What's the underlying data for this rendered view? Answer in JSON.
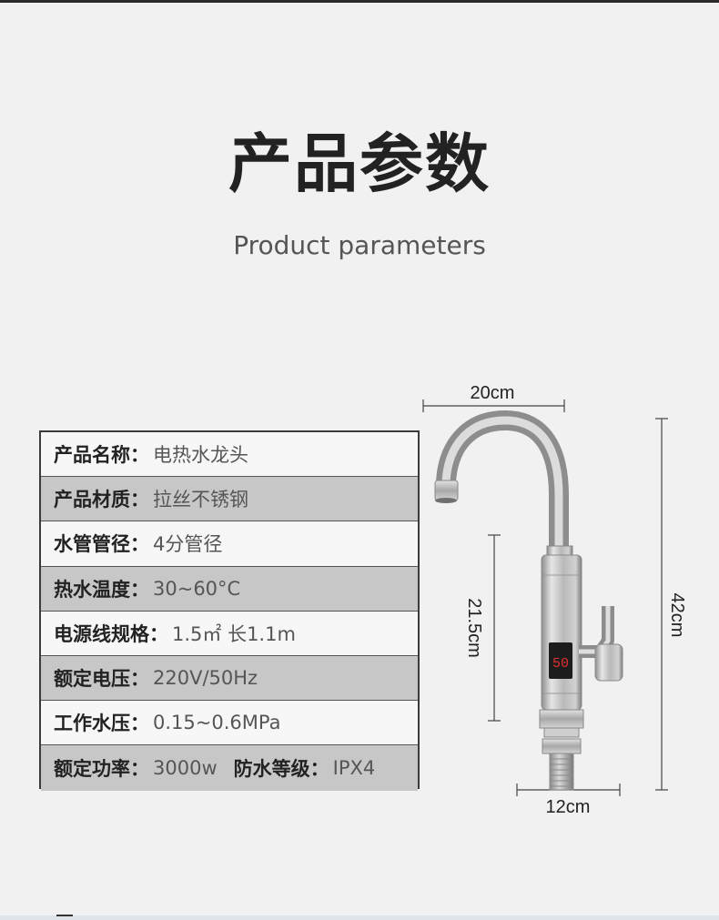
{
  "header": {
    "title": "产品参数",
    "subtitle": "Product parameters"
  },
  "specs": [
    {
      "label": "产品名称：",
      "value": "电热水龙头"
    },
    {
      "label": "产品材质：",
      "value": "拉丝不锈钢"
    },
    {
      "label": "水管管径：",
      "value": "4分管径"
    },
    {
      "label": "热水温度：",
      "value": "30~60°C"
    },
    {
      "label": "电源线规格：",
      "value": "1.5㎡  长1.1m"
    },
    {
      "label": "额定电压：",
      "value": "220V/50Hz"
    },
    {
      "label": "工作水压：",
      "value": "0.15~0.6MPa"
    },
    {
      "label": "额定功率：",
      "value": "3000w",
      "label2": "防水等级：",
      "value2": "IPX4"
    }
  ],
  "dimensions": {
    "spout_width": "20cm",
    "total_height": "42cm",
    "body_height": "21.5cm",
    "base_width": "12cm"
  },
  "display_reading": "50",
  "colors": {
    "background": "#f1f1f1",
    "shaded_row": "#c7c7c7",
    "display_digits": "#e03030"
  }
}
